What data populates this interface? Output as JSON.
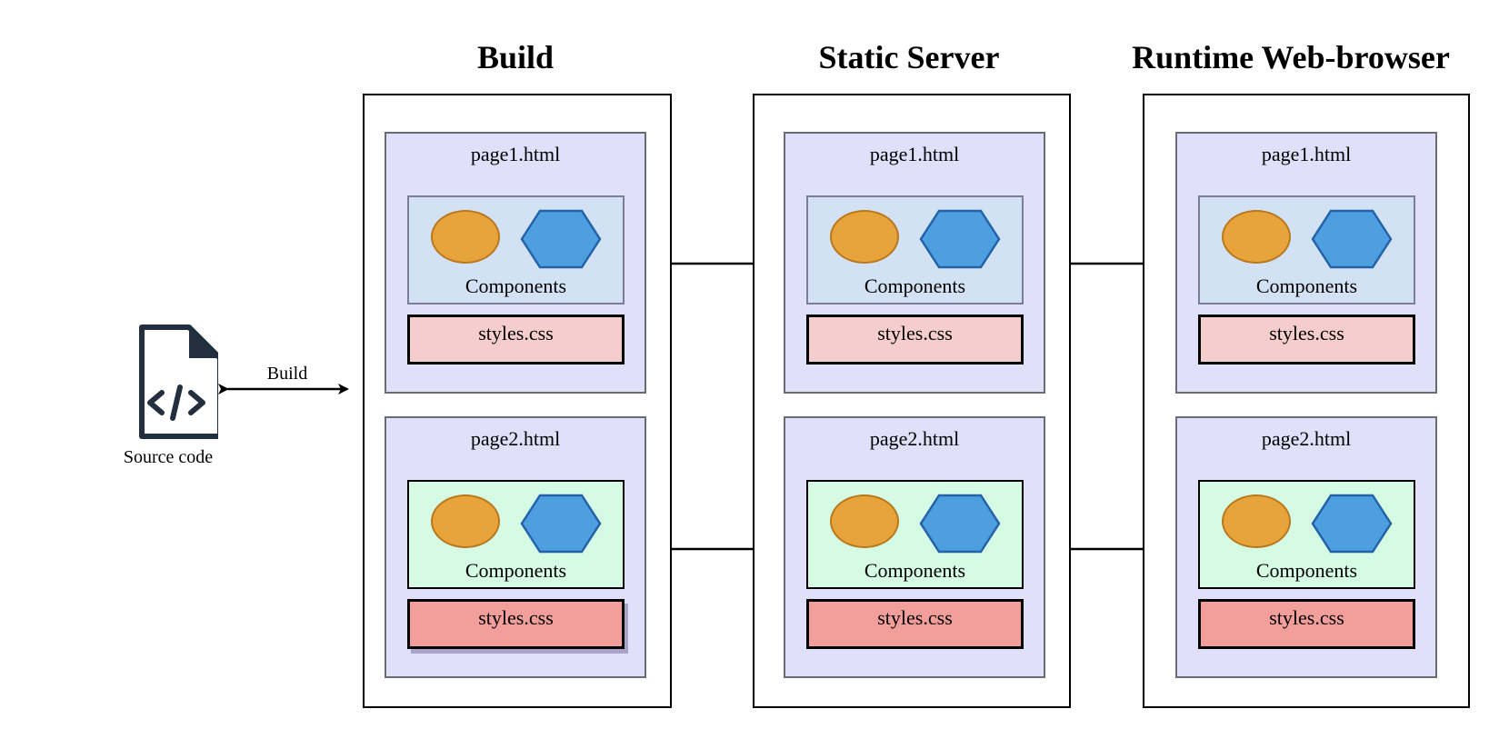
{
  "source": {
    "label": "Source code",
    "icon": "code-file-icon"
  },
  "build_arrow_label": "Build",
  "columns": [
    {
      "title": "Build"
    },
    {
      "title": "Static Server"
    },
    {
      "title": "Runtime Web-browser"
    }
  ],
  "pages": [
    {
      "title": "page1.html",
      "components_label": "Components",
      "css_label": "styles.css"
    },
    {
      "title": "page2.html",
      "components_label": "Components",
      "css_label": "styles.css"
    }
  ],
  "colors": {
    "page_fill": "#e1e0fb",
    "components_page1": "#d2e1f3",
    "components_page2": "#d6fbe4",
    "css_page1": "#f6cdcd",
    "css_page2": "#f29f9c",
    "ellipse": "#e8a43a",
    "hexagon": "#4d9fe0"
  }
}
